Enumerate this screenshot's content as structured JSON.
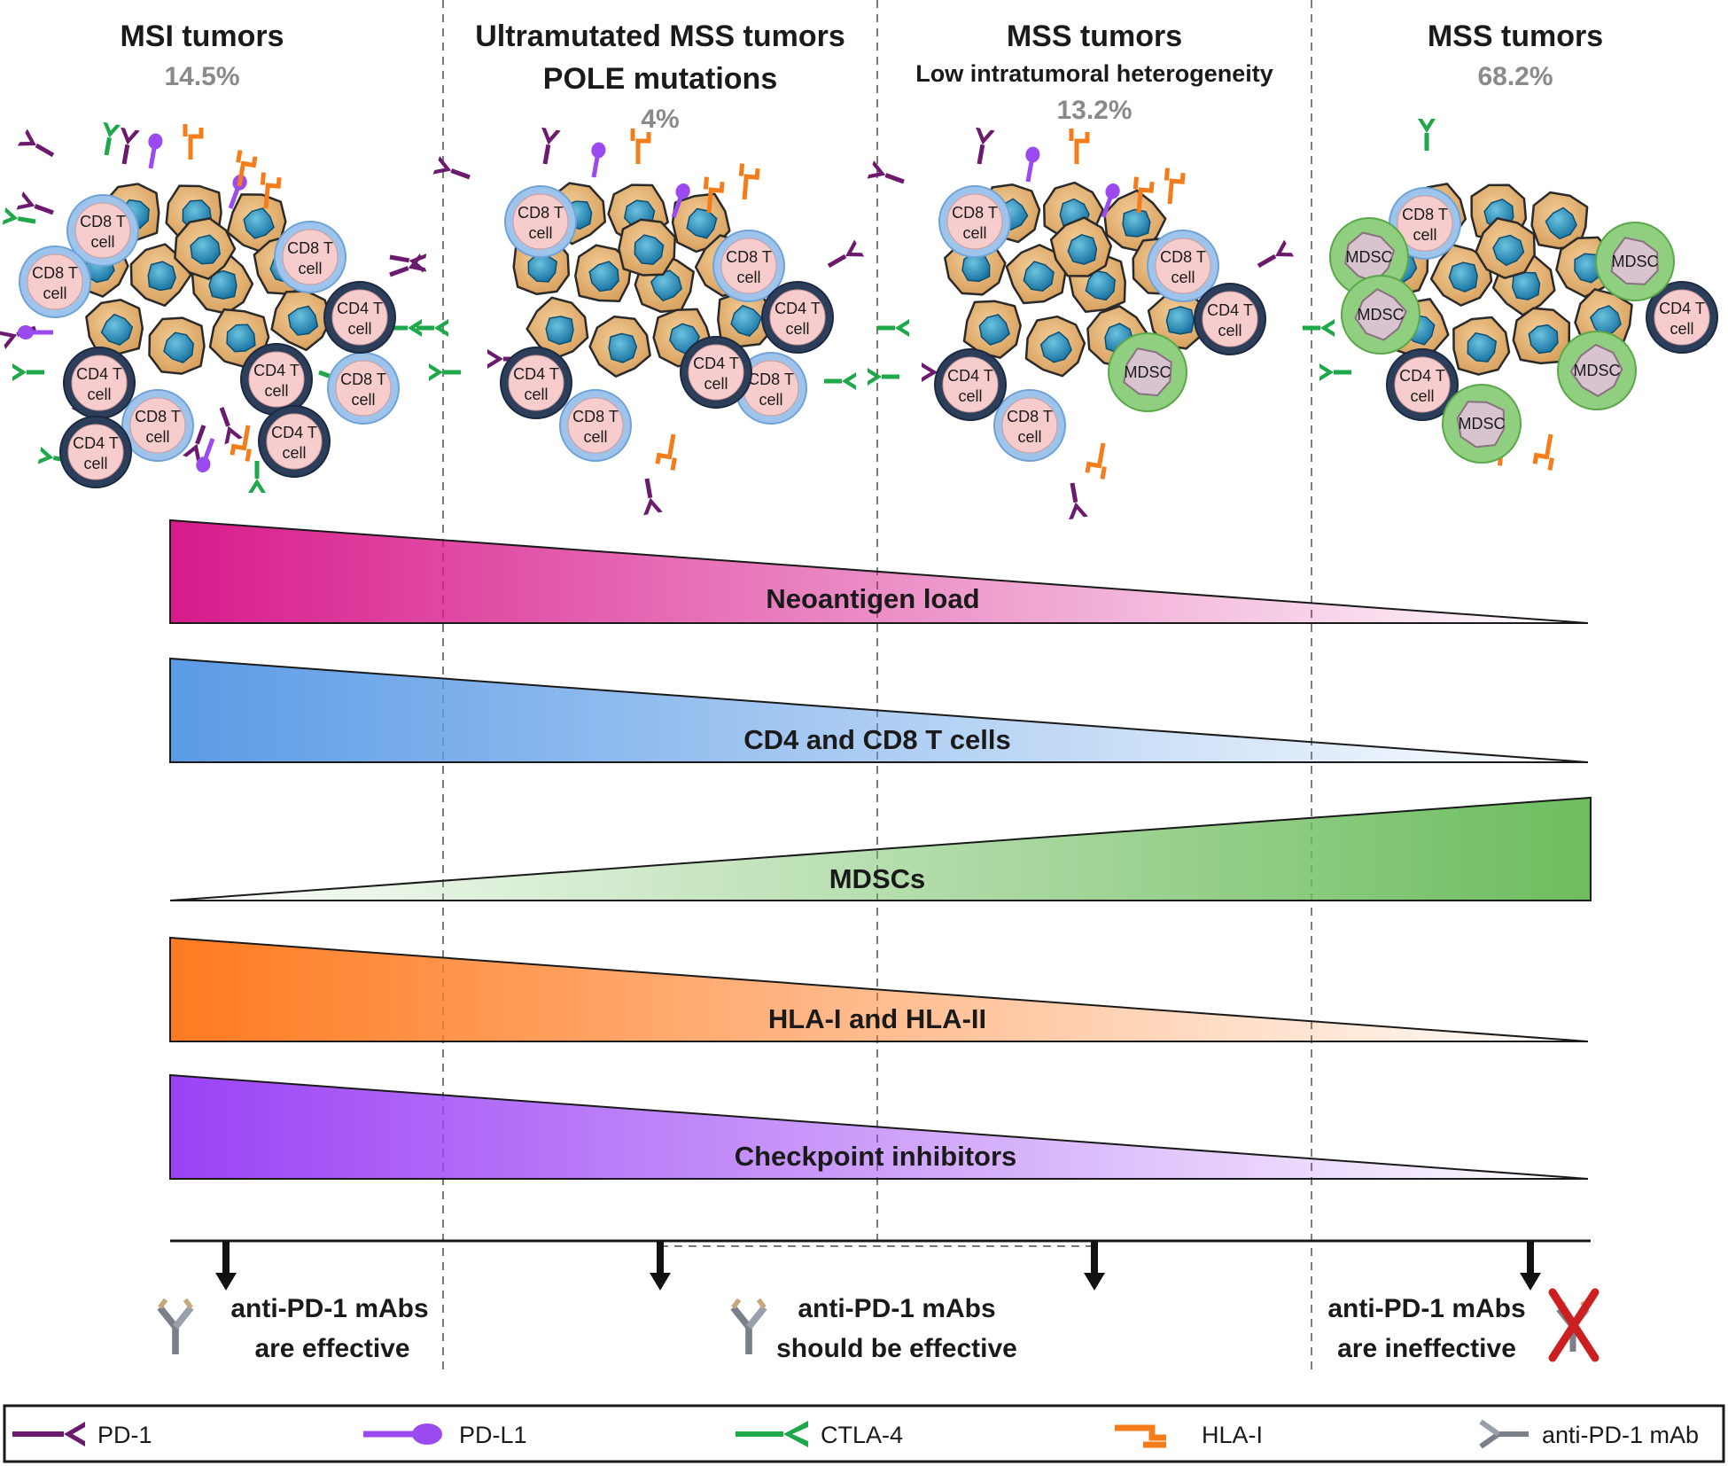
{
  "columns": [
    {
      "title": "MSI tumors",
      "subtitle": "",
      "percent": "14.5%"
    },
    {
      "title": "Ultramutated MSS tumors",
      "subtitle": "POLE mutations",
      "percent": "4%"
    },
    {
      "title": "MSS tumors",
      "subtitle": "Low intratumoral heterogeneity",
      "percent": "13.2%"
    },
    {
      "title": "MSS tumors",
      "subtitle": "",
      "percent": "68.2%"
    }
  ],
  "cell_labels": {
    "cd8": [
      "CD8 T",
      "cell"
    ],
    "cd4": [
      "CD4 T",
      "cell"
    ],
    "mdsc": "MDSC"
  },
  "gradients": [
    {
      "label": "Neoantigen load",
      "direction": "decreasing",
      "color": "#d81b8c"
    },
    {
      "label": "CD4 and CD8 T cells",
      "direction": "decreasing",
      "color": "#5b9be6"
    },
    {
      "label": "MDSCs",
      "direction": "increasing",
      "color": "#6dbd5e"
    },
    {
      "label": "HLA-I and HLA-II",
      "direction": "decreasing",
      "color": "#ff7a1f"
    },
    {
      "label": "Checkpoint inhibitors",
      "direction": "decreasing",
      "color": "#9b42f5"
    }
  ],
  "outcomes": [
    {
      "line1": "anti-PD-1 mAbs",
      "line2": "are effective"
    },
    {
      "line1": "anti-PD-1 mAbs",
      "line2": "should be effective"
    },
    {
      "line1": "anti-PD-1 mAbs",
      "line2": "are ineffective"
    }
  ],
  "legend": [
    {
      "label": "PD-1",
      "icon": "pd1-receptor-icon",
      "color": "#6b1a6e"
    },
    {
      "label": "PD-L1",
      "icon": "pdl1-ligand-icon",
      "color": "#9b4af0"
    },
    {
      "label": "CTLA-4",
      "icon": "ctla4-receptor-icon",
      "color": "#1fa84a"
    },
    {
      "label": "HLA-I",
      "icon": "hla-i-icon",
      "color": "#f57c1a"
    },
    {
      "label": "anti-PD-1 mAb",
      "icon": "antibody-icon",
      "color": "#7a7f8a"
    }
  ],
  "colors": {
    "tumor_cell": "#e8b77a",
    "nucleus": "#1f86b5",
    "t_cell_fill": "#f7cccc",
    "cd8_ring": "#9ec4ec",
    "cd4_ring": "#2d3e5a",
    "mdsc_ring": "#8fcf7f",
    "cross": "#cc1f1f"
  }
}
